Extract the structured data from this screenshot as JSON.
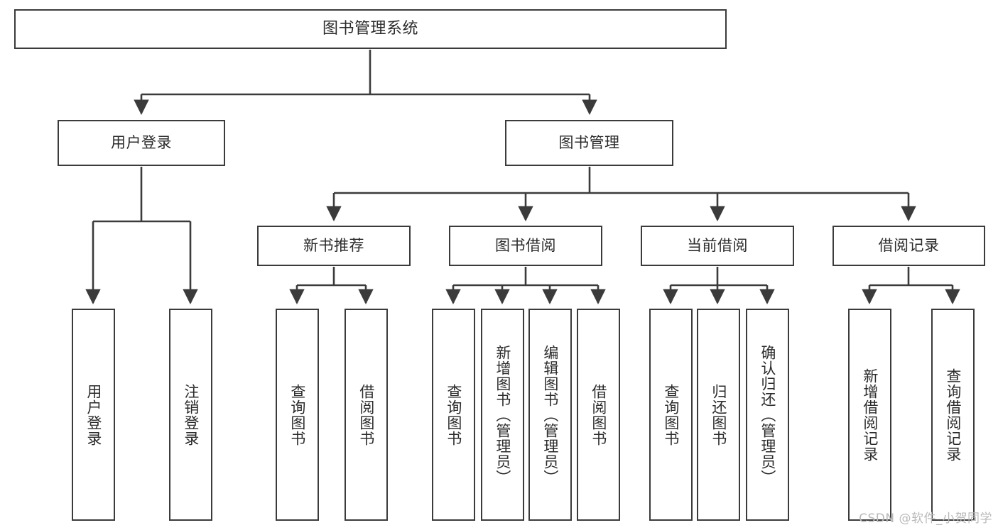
{
  "diagram": {
    "title": "图书管理系统",
    "type": "tree-hierarchy",
    "colors": {
      "box_border": "#3b3b3b",
      "box_fill": "#ffffff",
      "edge": "#3b3b3b",
      "text": "#2b2b2b",
      "watermark": "#b9b9b9",
      "background": "#ffffff"
    },
    "nodes": {
      "root": {
        "label": "图书管理系统",
        "level": 1,
        "orientation": "horizontal"
      },
      "user_login": {
        "label": "用户登录",
        "level": 2,
        "orientation": "horizontal"
      },
      "book_manage": {
        "label": "图书管理",
        "level": 2,
        "orientation": "horizontal"
      },
      "new_book_rec": {
        "label": "新书推荐",
        "level": 3,
        "orientation": "horizontal"
      },
      "book_borrow": {
        "label": "图书借阅",
        "level": 3,
        "orientation": "horizontal"
      },
      "current_borrow": {
        "label": "当前借阅",
        "level": 3,
        "orientation": "horizontal"
      },
      "borrow_record": {
        "label": "借阅记录",
        "level": 3,
        "orientation": "horizontal"
      },
      "leaf_user_login": {
        "label": "用户登录",
        "level": 4,
        "orientation": "vertical"
      },
      "leaf_logout": {
        "label": "注销登录",
        "level": 4,
        "orientation": "vertical"
      },
      "leaf_query_book_1": {
        "label": "查询图书",
        "level": 4,
        "orientation": "vertical"
      },
      "leaf_borrow_book_1": {
        "label": "借阅图书",
        "level": 4,
        "orientation": "vertical"
      },
      "leaf_query_book_2": {
        "label": "查询图书",
        "level": 4,
        "orientation": "vertical"
      },
      "leaf_add_book": {
        "label": "新增图书（管理员）",
        "level": 4,
        "orientation": "vertical"
      },
      "leaf_edit_book": {
        "label": "编辑图书（管理员）",
        "level": 4,
        "orientation": "vertical"
      },
      "leaf_borrow_book_2": {
        "label": "借阅图书",
        "level": 4,
        "orientation": "vertical"
      },
      "leaf_query_book_3": {
        "label": "查询图书",
        "level": 4,
        "orientation": "vertical"
      },
      "leaf_return_book": {
        "label": "归还图书",
        "level": 4,
        "orientation": "vertical"
      },
      "leaf_confirm_return": {
        "label": "确认归还（管理员）",
        "level": 4,
        "orientation": "vertical"
      },
      "leaf_add_record": {
        "label": "新增借阅记录",
        "level": 4,
        "orientation": "vertical"
      },
      "leaf_query_record": {
        "label": "查询借阅记录",
        "level": 4,
        "orientation": "vertical"
      }
    },
    "watermark": "CSDN @软件_小贺同学"
  }
}
